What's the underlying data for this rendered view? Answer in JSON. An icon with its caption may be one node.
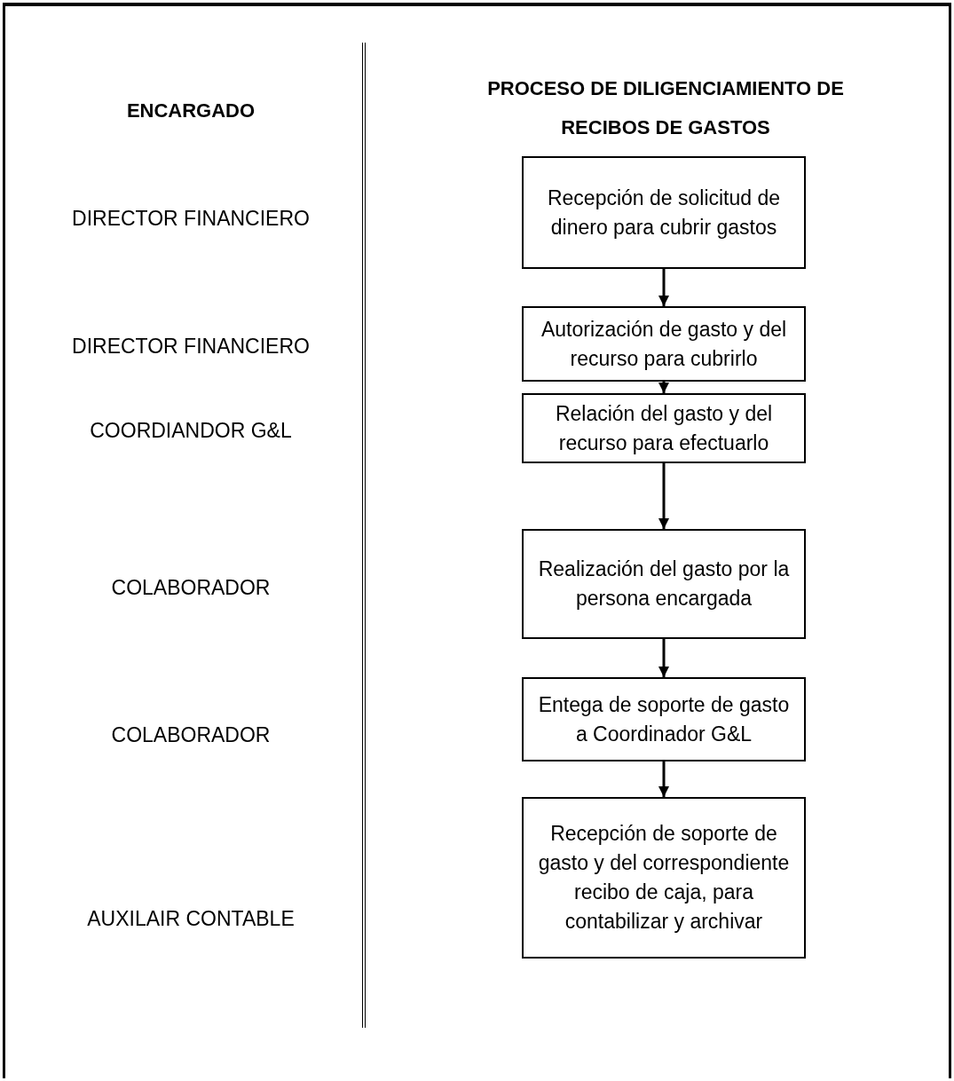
{
  "diagram": {
    "nodes": [
      {
        "text": [
          "Recepción de solicitud de dinero para cubrir gastos"
        ]
      },
      {
        "text": [
          "Autorización de gasto y del recurso para cubrirlo"
        ]
      },
      {
        "text": [
          "Relación del gasto y del recurso para efectuarlo"
        ]
      },
      {
        "text": [
          "Realización del gasto por la persona encargada"
        ]
      },
      {
        "text": [
          "Entega de soporte de gasto a Coordinador G&L"
        ]
      },
      {
        "text": [
          "Recepción de soporte de gasto y del correspondiente recibo de caja, para contabilizar y archivar"
        ]
      }
    ],
    "edges": [
      {
        "from": 0,
        "to": 1,
        "arrow": "to"
      },
      {
        "from": 1,
        "to": 2,
        "arrow": "to"
      },
      {
        "from": 2,
        "to": 3,
        "arrow": "to"
      },
      {
        "from": 3,
        "to": 4,
        "arrow": "to"
      },
      {
        "from": 4,
        "to": 5,
        "arrow": "to"
      }
    ],
    "labels": [
      "ENCARGADO",
      "PROCESO DE DILIGENCIAMIENTO DE RECIBOS DE GASTOS",
      "DIRECTOR FINANCIERO",
      "DIRECTOR FINANCIERO",
      "COORDIANDOR G&L",
      "COLABORADOR",
      "COLABORADOR",
      "AUXILAIR CONTABLE"
    ]
  }
}
